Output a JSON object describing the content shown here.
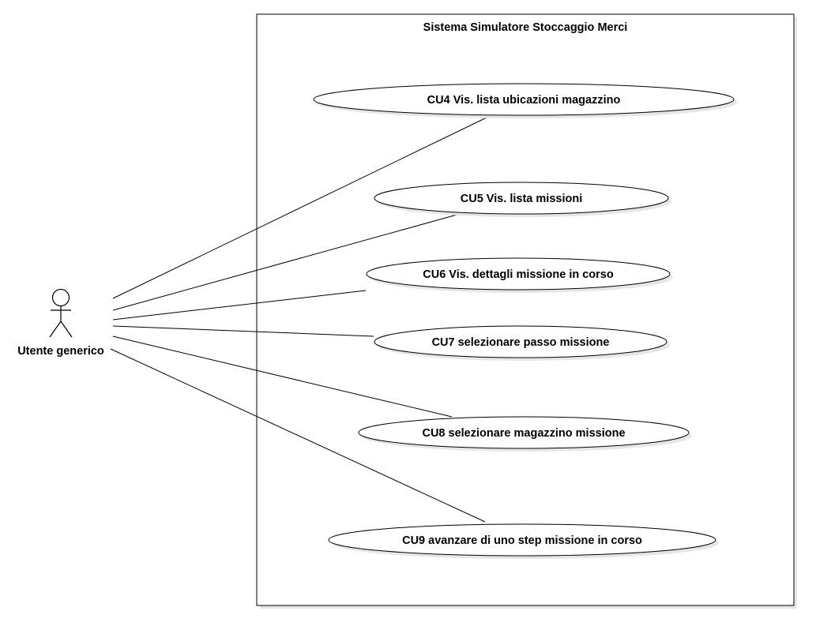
{
  "system": {
    "title": "Sistema Simulatore Stoccaggio Merci"
  },
  "actor": {
    "name": "Utente generico",
    "icon": "stick-figure-actor-icon"
  },
  "use_cases": [
    {
      "id": "cu4",
      "label": "CU4 Vis. lista ubicazioni magazzino"
    },
    {
      "id": "cu5",
      "label": "CU5 Vis. lista missioni"
    },
    {
      "id": "cu6",
      "label": "CU6 Vis. dettagli missione in corso"
    },
    {
      "id": "cu7",
      "label": "CU7 selezionare passo missione"
    },
    {
      "id": "cu8",
      "label": "CU8 selezionare magazzino missione"
    },
    {
      "id": "cu9",
      "label": "CU9 avanzare di uno step missione in corso"
    }
  ],
  "associations": [
    {
      "from": "actor",
      "to": "cu4"
    },
    {
      "from": "actor",
      "to": "cu5"
    },
    {
      "from": "actor",
      "to": "cu6"
    },
    {
      "from": "actor",
      "to": "cu7"
    },
    {
      "from": "actor",
      "to": "cu8"
    },
    {
      "from": "actor",
      "to": "cu9"
    }
  ],
  "colors": {
    "stroke": "#000000",
    "fill": "#ffffff",
    "shadow": "#e6e6e6"
  }
}
